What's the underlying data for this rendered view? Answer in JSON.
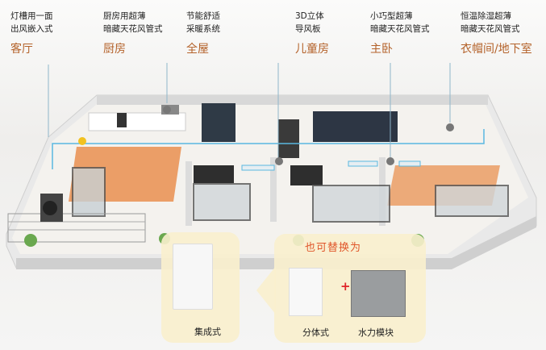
{
  "features": [
    {
      "desc_line1": "灯槽用一面",
      "desc_line2": "出风嵌入式",
      "room": "客厅"
    },
    {
      "desc_line1": "厨房用超薄",
      "desc_line2": "暗藏天花风管式",
      "room": "厨房"
    },
    {
      "desc_line1": "节能舒适",
      "desc_line2": "采暖系统",
      "room": "全屋"
    },
    {
      "desc_line1": "3D立体",
      "desc_line2": "导风板",
      "room": "儿童房"
    },
    {
      "desc_line1": "小巧型超薄",
      "desc_line2": "暗藏天花风管式",
      "room": "主卧"
    },
    {
      "desc_line1": "恒温除湿超薄",
      "desc_line2": "暗藏天花风管式",
      "room": "衣帽间/地下室"
    }
  ],
  "units": {
    "integrated_label": "集成式",
    "alternative_title": "也可替换为",
    "split_label": "分体式",
    "plus": "+",
    "hydro_label": "水力模块"
  },
  "colors": {
    "room_label": "#b4622a",
    "alt_title": "#e0562a",
    "panel": "#faf0cd",
    "duct": "#5ab8e0",
    "floor_heat": "#e8823a"
  }
}
